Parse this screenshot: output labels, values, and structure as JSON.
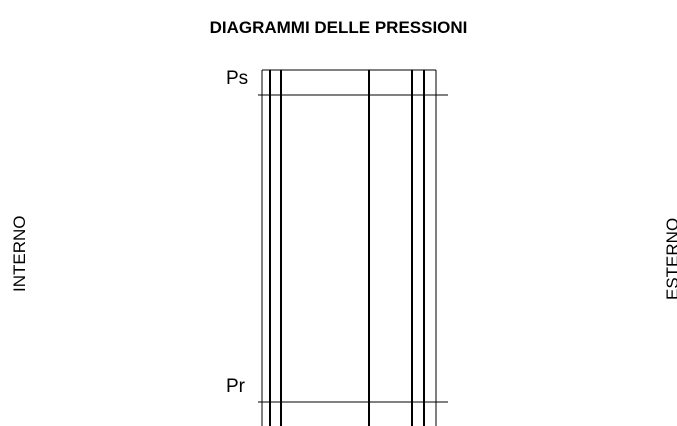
{
  "title": "DIAGRAMMI DELLE PRESSIONI",
  "labels": {
    "interior": "INTERNO",
    "exterior": "ESTERNO",
    "ps": "Ps",
    "pr": "Pr"
  },
  "colors": {
    "line": "#000000",
    "background": "#ffffff"
  }
}
